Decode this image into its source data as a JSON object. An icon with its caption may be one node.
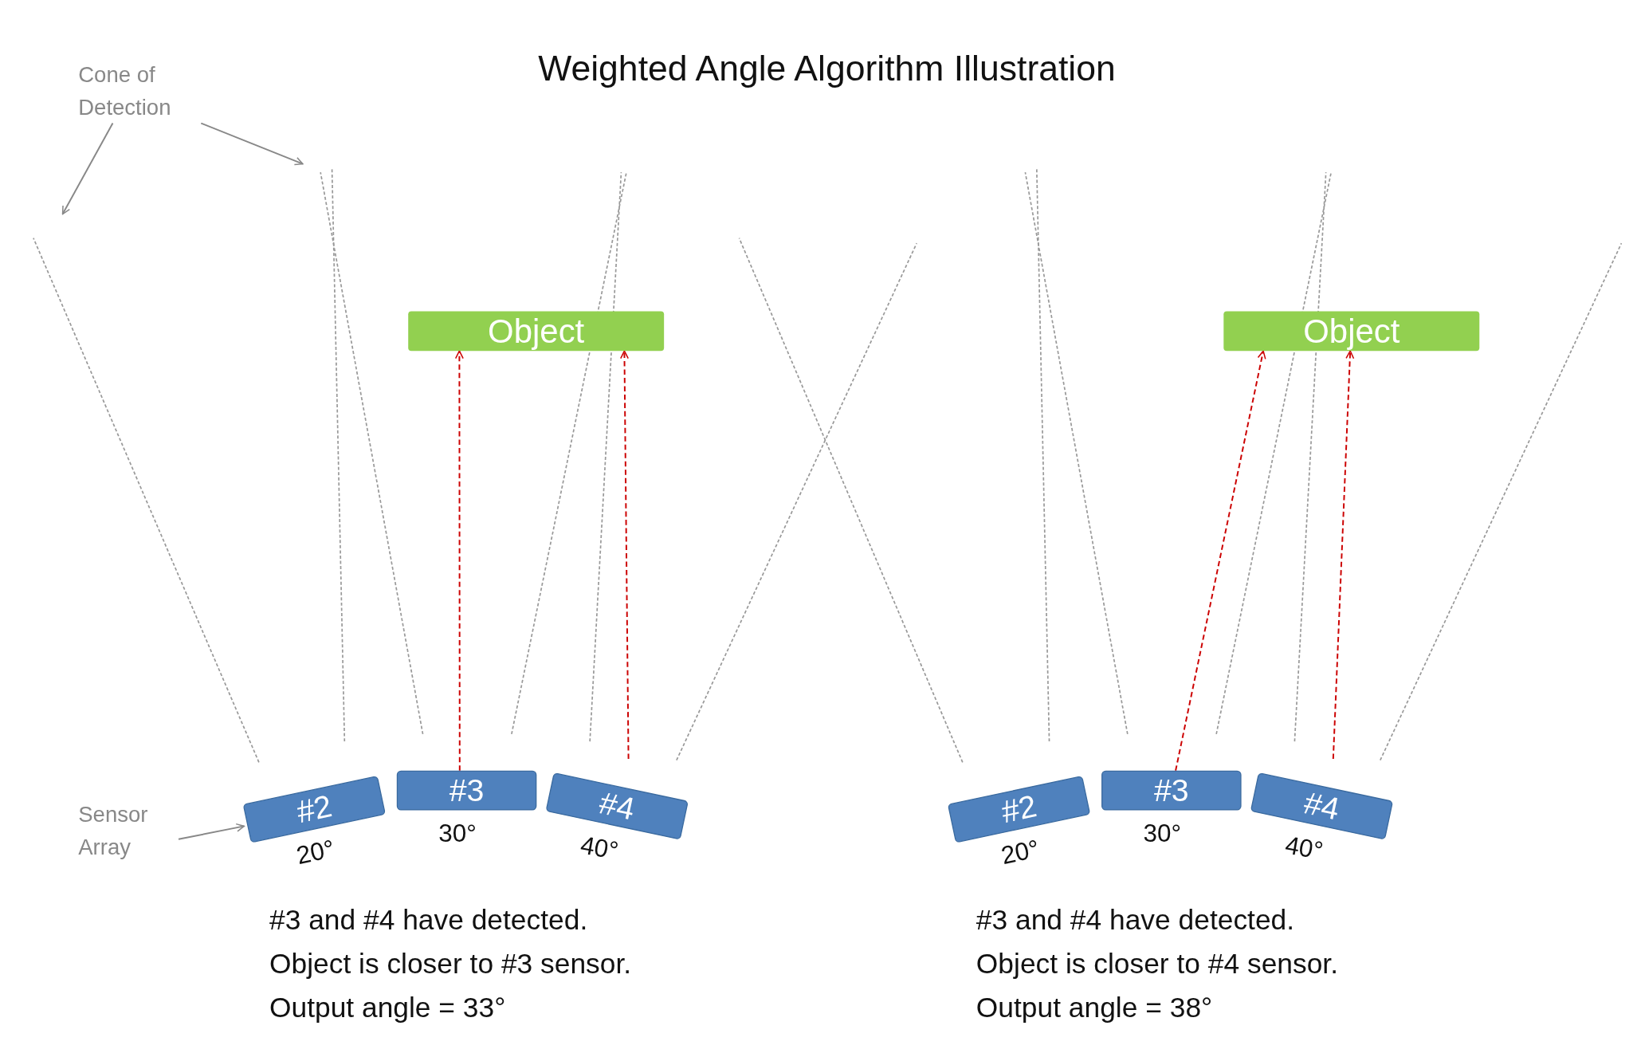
{
  "diagram": {
    "title": "Weighted Angle Algorithm Illustration",
    "nodes": [
      {
        "text": [
          "Object"
        ]
      },
      {
        "text": [
          "#2"
        ],
        "beside": [
          "20°"
        ]
      },
      {
        "text": [
          "#3"
        ],
        "beside": [
          "30°"
        ]
      },
      {
        "text": [
          "#4"
        ],
        "beside": [
          "40°"
        ]
      },
      {
        "text": [
          "Object"
        ]
      },
      {
        "text": [
          "#2"
        ],
        "beside": [
          "20°"
        ]
      },
      {
        "text": [
          "#3"
        ],
        "beside": [
          "30°"
        ]
      },
      {
        "text": [
          "#4"
        ],
        "beside": [
          "40°"
        ]
      },
      {
        "text": [
          "Cone of Detection"
        ]
      },
      {
        "text": [
          "Sensor Array"
        ]
      }
    ],
    "edges": [
      {
        "from": 2,
        "to": 0,
        "arrow": "to",
        "style": "dashed",
        "color": "#cc0000"
      },
      {
        "from": 3,
        "to": 0,
        "arrow": "to",
        "style": "dashed",
        "color": "#cc0000"
      },
      {
        "from": 6,
        "to": 4,
        "arrow": "to",
        "style": "dashed",
        "color": "#cc0000"
      },
      {
        "from": 7,
        "to": 4,
        "arrow": "to",
        "style": "dashed",
        "color": "#cc0000"
      },
      {
        "from": 8,
        "to": null,
        "arrow": "to",
        "color": "#888888"
      },
      {
        "from": 8,
        "to": null,
        "arrow": "to",
        "color": "#888888"
      },
      {
        "from": 9,
        "to": 1,
        "arrow": "to",
        "color": "#888888"
      }
    ],
    "labels": [
      "#3 and #4 have detected.",
      "Object is closer to #3 sensor.",
      "Output angle = 33°",
      "#3 and #4 have detected.",
      "Object is closer to #4 sensor.",
      "Output angle = 38°"
    ]
  }
}
